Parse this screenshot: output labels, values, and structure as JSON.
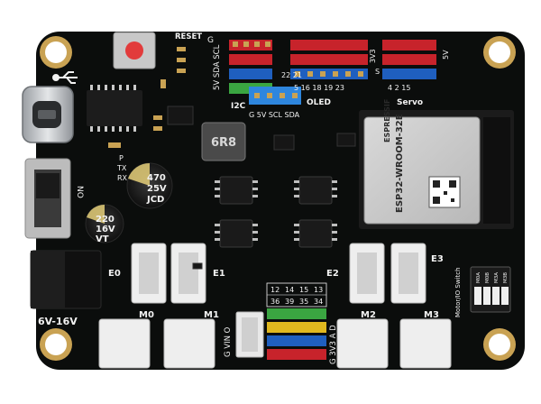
{
  "colors": {
    "board": "#0b0d0c",
    "silk": "#f2f2f2",
    "gold": "#c9a253",
    "header_red": "#c7232b",
    "header_blue": "#1f5fbf",
    "header_green": "#3aa541",
    "header_yellow": "#e0b81f",
    "oled_header": "#2e86de",
    "cap_yellow": "#e6d07a"
  },
  "labels": {
    "reset": "RESET",
    "g": "G",
    "scl_sda_5v": "5V SDA SCL",
    "i2c": "I2C",
    "oled": "OLED",
    "oled_pins": "G  5V SCL SDA",
    "top_s": "S",
    "top_3v3": "3V3",
    "top_5v": "5V",
    "gpio_left": "22 21",
    "gpio_row": "5  16 18 19 23",
    "servo": "Servo",
    "gpio_servo": "4  2  15",
    "p": "P",
    "tx": "TX",
    "rx": "RX",
    "no": "NO",
    "power": "6V-16V",
    "m0": "M0",
    "m1": "M1",
    "m2": "M2",
    "m3": "M3",
    "e0": "E0",
    "e1": "E1",
    "e2": "E2",
    "e3": "E3",
    "g_vin_o": "G VIN O",
    "g_3v3_a_d": "G 3V3 A D",
    "pins_row1": [
      "12",
      "14",
      "15",
      "13"
    ],
    "pins_row2": [
      "36",
      "39",
      "35",
      "34"
    ],
    "motor_switch": "Motor/IO Switch",
    "inductor": "6R8",
    "cap_big": [
      "470",
      "25V",
      "JCD"
    ],
    "cap_small": [
      "220",
      "16V",
      "VT"
    ],
    "esp_brand": "ESPRESSIF",
    "esp_model": "ESP32-WROOM-32E",
    "dip_labels": [
      "M0A",
      "M0B",
      "M3A",
      "M3B"
    ]
  }
}
